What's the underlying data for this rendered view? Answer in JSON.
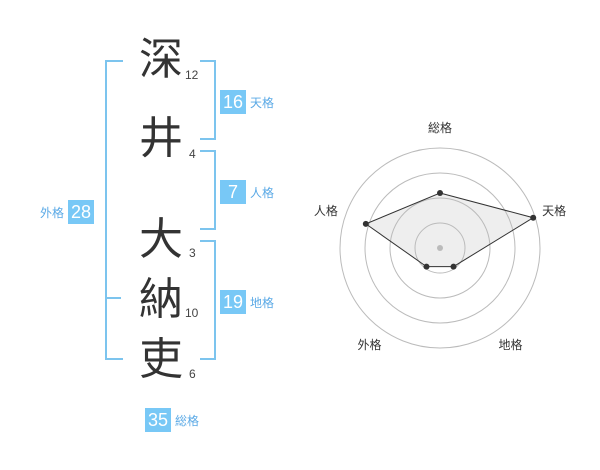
{
  "name": {
    "chars": [
      {
        "kanji": "深",
        "strokes": "12"
      },
      {
        "kanji": "井",
        "strokes": "4"
      },
      {
        "kanji": "大",
        "strokes": "3"
      },
      {
        "kanji": "納",
        "strokes": "10"
      },
      {
        "kanji": "吏",
        "strokes": "6"
      }
    ]
  },
  "scores": {
    "tenkaku": {
      "value": "16",
      "label": "天格"
    },
    "jinkaku": {
      "value": "7",
      "label": "人格"
    },
    "chikaku": {
      "value": "19",
      "label": "地格"
    },
    "gaikaku": {
      "value": "28",
      "label": "外格"
    },
    "soukaku": {
      "value": "35",
      "label": "総格"
    }
  },
  "radar": {
    "axes": [
      "総格",
      "天格",
      "地格",
      "外格",
      "人格"
    ],
    "levels": 4,
    "values": [
      0.55,
      0.98,
      0.23,
      0.23,
      0.78
    ],
    "colors": {
      "fill": "#eeeeee",
      "stroke": "#333333",
      "ring": "#bbbbbb",
      "point": "#333333",
      "center": "#bbbbbb"
    }
  }
}
